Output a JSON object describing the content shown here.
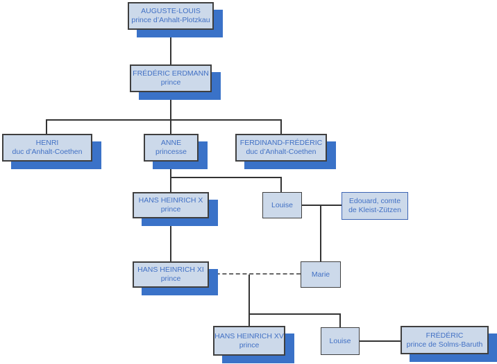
{
  "diagram": {
    "type": "family-tree",
    "colors": {
      "box_fill": "#ccd9ea",
      "box_border": "#3f3f3f",
      "spouse_border": "#3c64b4",
      "shadow": "#3a72c8",
      "text": "#4170c4",
      "line": "#333333",
      "dashed_line": "#666666"
    },
    "nodes": [
      {
        "id": "auguste-louis",
        "line1": "AUGUSTE-LOUIS",
        "line2": "prince d’Anhalt-Plotzkau"
      },
      {
        "id": "frederic-erdmann",
        "line1": "FRÉDÉRIC ERDMANN",
        "line2": "prince"
      },
      {
        "id": "henri",
        "line1": "HENRI",
        "line2": "duc d’Anhalt-Coethen"
      },
      {
        "id": "anne",
        "line1": "ANNE",
        "line2": "princesse"
      },
      {
        "id": "ferdinand-frederic",
        "line1": "FERDINAND-FRÉDÉRIC",
        "line2": "duc d’Anhalt-Coethen"
      },
      {
        "id": "hans-heinrich-x",
        "line1": "HANS HEINRICH X",
        "line2": "prince"
      },
      {
        "id": "louise-1",
        "line1": "Louise"
      },
      {
        "id": "edouard",
        "line1": "Edouard, comte",
        "line2": "de Kleist-Zützen"
      },
      {
        "id": "hans-heinrich-xi",
        "line1": "HANS HEINRICH XI",
        "line2": "prince"
      },
      {
        "id": "marie",
        "line1": "Marie"
      },
      {
        "id": "hans-heinrich-xv",
        "line1": "HANS HEINRICH XV",
        "line2": "prince"
      },
      {
        "id": "louise-2",
        "line1": "Louise"
      },
      {
        "id": "frederic-solms",
        "line1": "FRÉDÉRIC",
        "line2": "prince de Solms-Baruth"
      }
    ],
    "edges": [
      {
        "from": "auguste-louis",
        "to": "frederic-erdmann",
        "type": "parent-child"
      },
      {
        "from": "frederic-erdmann",
        "to": "henri",
        "type": "parent-child"
      },
      {
        "from": "frederic-erdmann",
        "to": "anne",
        "type": "parent-child"
      },
      {
        "from": "frederic-erdmann",
        "to": "ferdinand-frederic",
        "type": "parent-child"
      },
      {
        "from": "anne",
        "to": "hans-heinrich-x",
        "type": "parent-child"
      },
      {
        "from": "anne",
        "to": "louise-1",
        "type": "parent-child"
      },
      {
        "from": "louise-1",
        "to": "edouard",
        "type": "marriage"
      },
      {
        "from": "louise-1+edouard",
        "to": "marie",
        "type": "parent-child"
      },
      {
        "from": "hans-heinrich-x",
        "to": "hans-heinrich-xi",
        "type": "parent-child"
      },
      {
        "from": "hans-heinrich-xi",
        "to": "marie",
        "type": "marriage-dashed"
      },
      {
        "from": "hans-heinrich-xi+marie",
        "to": "hans-heinrich-xv",
        "type": "parent-child"
      },
      {
        "from": "hans-heinrich-xi+marie",
        "to": "louise-2",
        "type": "parent-child"
      },
      {
        "from": "louise-2",
        "to": "frederic-solms",
        "type": "marriage"
      }
    ]
  }
}
